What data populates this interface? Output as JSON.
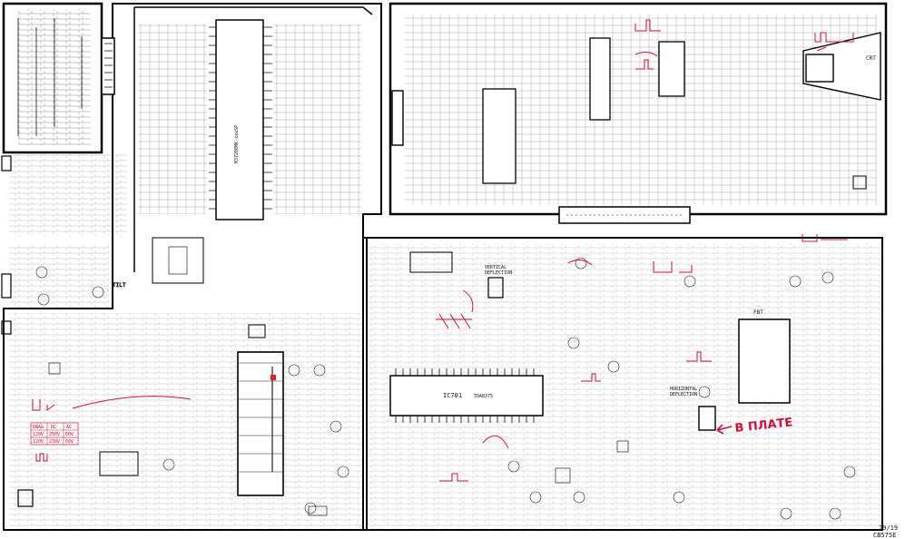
{
  "schematic": {
    "ic_main_label": "IC701",
    "ic_main_part": "TDA8375",
    "vertical_deflection_label": "VERTICAL\nDEFLECTION",
    "horizontal_deflection_label": "HORIZONTAL\nDEFLECTION",
    "fbt_label": "FBT",
    "crt_label": "CRT",
    "tilt_label": "TILT",
    "note_handwritten": "В ПЛАТЕ",
    "page_number": "29/19",
    "model_code": "CB575E",
    "mcu_label": "M37280MK-xxxSP",
    "voltage_table": {
      "rows": [
        [
          "DWAG",
          "DC",
          "AC"
        ],
        [
          "120V",
          "250V",
          "60V"
        ],
        [
          "120V",
          "230V",
          "60V"
        ]
      ]
    }
  }
}
